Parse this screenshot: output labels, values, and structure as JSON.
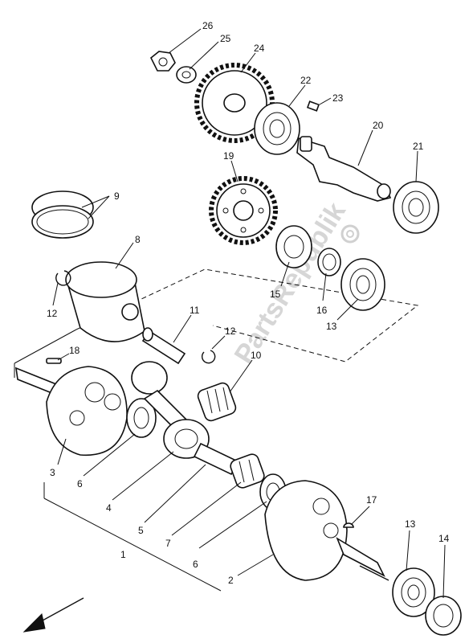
{
  "watermark": "PartsRepublik",
  "callouts": {
    "c26": "26",
    "c25": "25",
    "c24": "24",
    "c22": "22",
    "c23": "23",
    "c20": "20",
    "c21": "21",
    "c19": "19",
    "c9": "9",
    "c8": "8",
    "c12a": "12",
    "c15": "15",
    "c16": "16",
    "c13a": "13",
    "c11": "11",
    "c12b": "12",
    "c10": "10",
    "c18": "18",
    "c3": "3",
    "c6a": "6",
    "c4": "4",
    "c5": "5",
    "c1": "1",
    "c7": "7",
    "c6b": "6",
    "c2": "2",
    "c17": "17",
    "c13b": "13",
    "c14": "14"
  }
}
